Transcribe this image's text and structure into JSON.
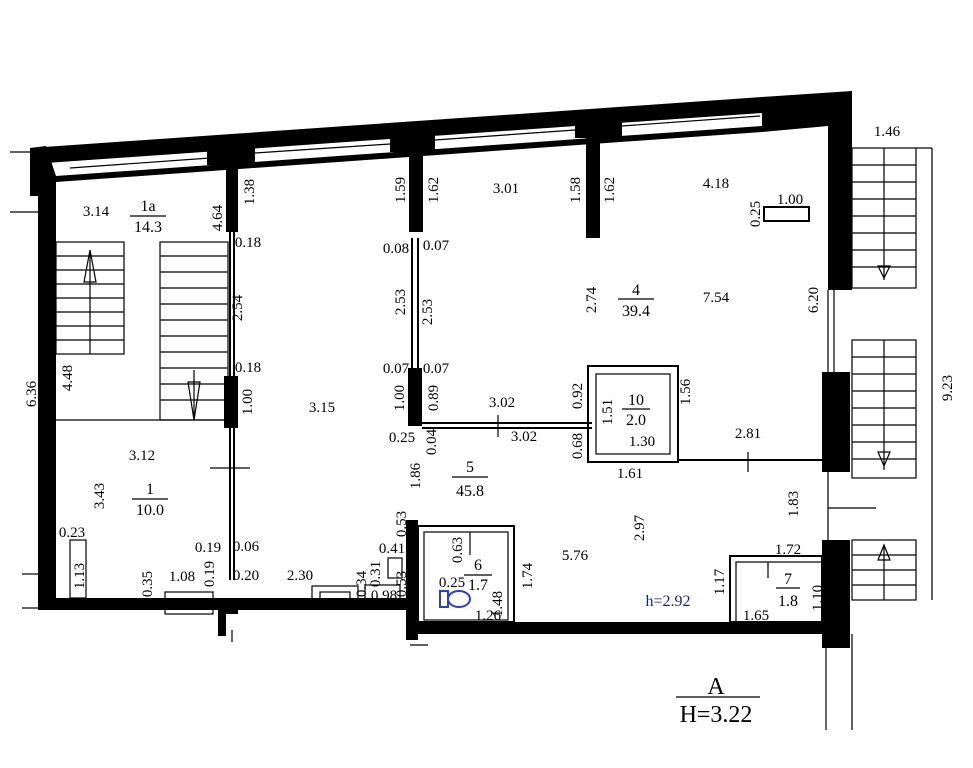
{
  "plan": {
    "sheet_label": "A",
    "floor_height": "H=3.22",
    "ceiling_height": "h=2.92",
    "rooms": [
      {
        "id": "1a",
        "number": "1a",
        "area": "14.3"
      },
      {
        "id": "1",
        "number": "1",
        "area": "10.0"
      },
      {
        "id": "4",
        "number": "4",
        "area": "39.4"
      },
      {
        "id": "5",
        "number": "5",
        "area": "45.8"
      },
      {
        "id": "6",
        "number": "6",
        "area": "1.7"
      },
      {
        "id": "7",
        "number": "7",
        "area": "1.8"
      },
      {
        "id": "10",
        "number": "10",
        "area": "2.0"
      }
    ],
    "dimensions": {
      "d_146": "1.46",
      "d_923": "9.23",
      "d_314": "3.14",
      "d_464": "4.64",
      "d_138": "1.38",
      "d_159": "1.59",
      "d_162a": "1.62",
      "d_301": "3.01",
      "d_158": "1.58",
      "d_162b": "1.62",
      "d_418": "4.18",
      "d_025a": "0.25",
      "d_100a": "1.00",
      "d_018a": "0.18",
      "d_008": "0.08",
      "d_007a": "0.07",
      "d_636": "6.36",
      "d_254": "2.54",
      "d_253a": "2.53",
      "d_253b": "2.53",
      "d_274": "2.74",
      "d_754": "7.54",
      "d_620": "6.20",
      "d_448": "4.48",
      "d_018b": "0.18",
      "d_007b": "0.07",
      "d_007c": "0.07",
      "d_100b": "1.00",
      "d_315": "3.15",
      "d_100c": "1.00",
      "d_089": "0.89",
      "d_302a": "3.02",
      "d_092": "0.92",
      "d_151": "1.51",
      "d_156": "1.56",
      "d_025b": "0.25",
      "d_004": "0.04",
      "d_302b": "3.02",
      "d_068": "0.68",
      "d_130": "1.30",
      "d_281": "2.81",
      "d_312": "3.12",
      "d_161": "1.61",
      "d_186": "1.86",
      "d_343": "3.43",
      "d_183": "1.83",
      "d_297": "2.97",
      "d_023": "0.23",
      "d_053a": "0.53",
      "d_063": "0.63",
      "d_019a": "0.19",
      "d_006": "0.06",
      "d_041": "0.41",
      "d_576": "5.76",
      "d_019b": "0.19",
      "d_172": "1.72",
      "d_113": "1.13",
      "d_035": "0.35",
      "d_108": "1.08",
      "d_020": "0.20",
      "d_230": "2.30",
      "d_034": "0.34",
      "d_031": "0.31",
      "d_053b": "0.53",
      "d_025c": "0.25",
      "d_148": "1.48",
      "d_174": "1.74",
      "d_117": "1.17",
      "d_110": "1.10",
      "d_098": "0.98",
      "d_126": "1.26",
      "d_165": "1.65"
    }
  }
}
